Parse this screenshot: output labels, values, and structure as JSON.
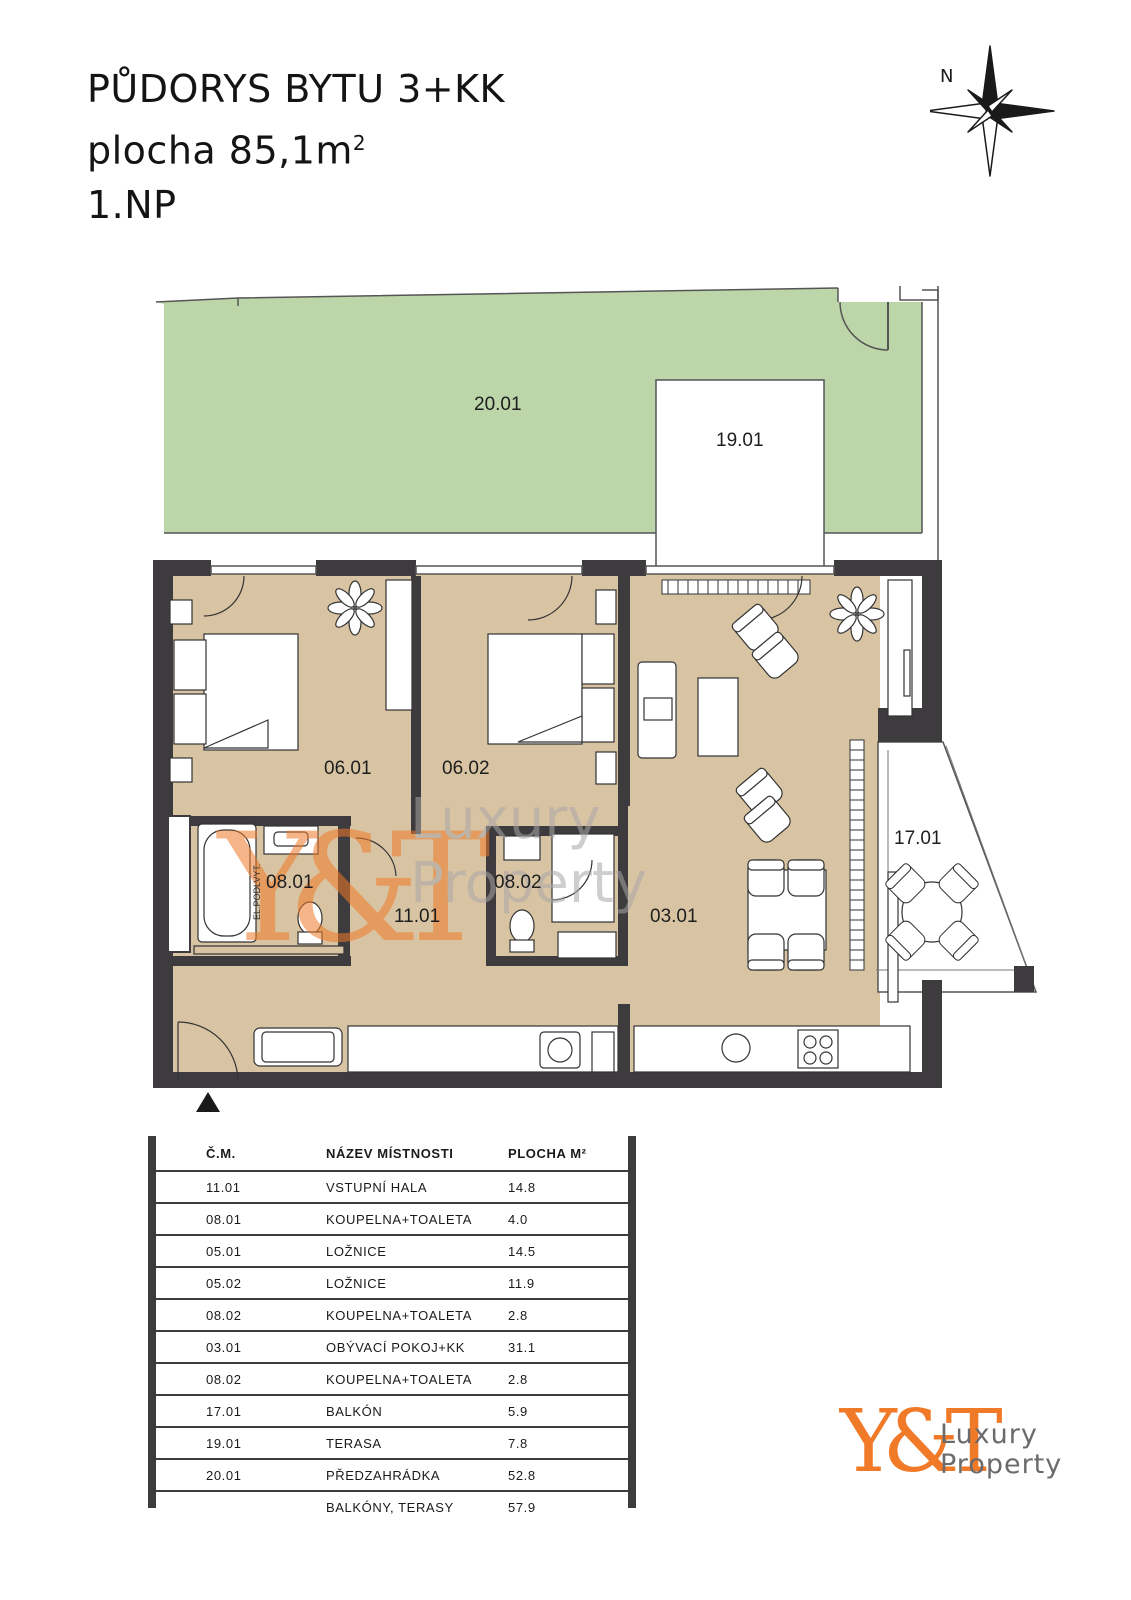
{
  "header": {
    "title": "PŮDORYS BYTU 3+KK",
    "area_prefix": "plocha 85,1m",
    "area_sup": "2",
    "floor": "1.NP"
  },
  "compass": {
    "north_label": "N"
  },
  "plan": {
    "colors": {
      "wall": "#3e3b3f",
      "floor": "#d8c4a3",
      "garden": "#bdd6a9",
      "furniture": "#ffffff",
      "watermark": "#f07a27"
    },
    "rooms": [
      {
        "id": "20.01"
      },
      {
        "id": "19.01"
      },
      {
        "id": "06.01"
      },
      {
        "id": "06.02"
      },
      {
        "id": "17.01"
      },
      {
        "id": "08.01"
      },
      {
        "id": "11.01"
      },
      {
        "id": "08.02"
      },
      {
        "id": "03.01"
      }
    ],
    "bath_note": "EL.PODLVYT.",
    "watermark": {
      "mark": "Y&T",
      "line1": "Luxury",
      "line2": "Property"
    }
  },
  "legend": {
    "headers": [
      "Č.M.",
      "NÁZEV MÍSTNOSTI",
      "PLOCHA M²"
    ],
    "rows": [
      [
        "11.01",
        "VSTUPNÍ HALA",
        "14.8"
      ],
      [
        "08.01",
        "KOUPELNA+TOALETA",
        "4.0"
      ],
      [
        "05.01",
        "LOŽNICE",
        "14.5"
      ],
      [
        "05.02",
        "LOŽNICE",
        "11.9"
      ],
      [
        "08.02",
        "KOUPELNA+TOALETA",
        "2.8"
      ],
      [
        "03.01",
        "OBÝVACÍ POKOJ+KK",
        "31.1"
      ],
      [
        "08.02",
        "KOUPELNA+TOALETA",
        "2.8"
      ],
      [
        "17.01",
        "BALKÓN",
        "5.9"
      ],
      [
        "19.01",
        "TERASA",
        "7.8"
      ],
      [
        "20.01",
        "PŘEDZAHRÁDKA",
        "52.8"
      ],
      [
        "",
        "BALKÓNY, TERASY",
        "57.9"
      ]
    ]
  },
  "logo": {
    "mark": "Y&T",
    "line1": "Luxury",
    "line2": "Property"
  }
}
